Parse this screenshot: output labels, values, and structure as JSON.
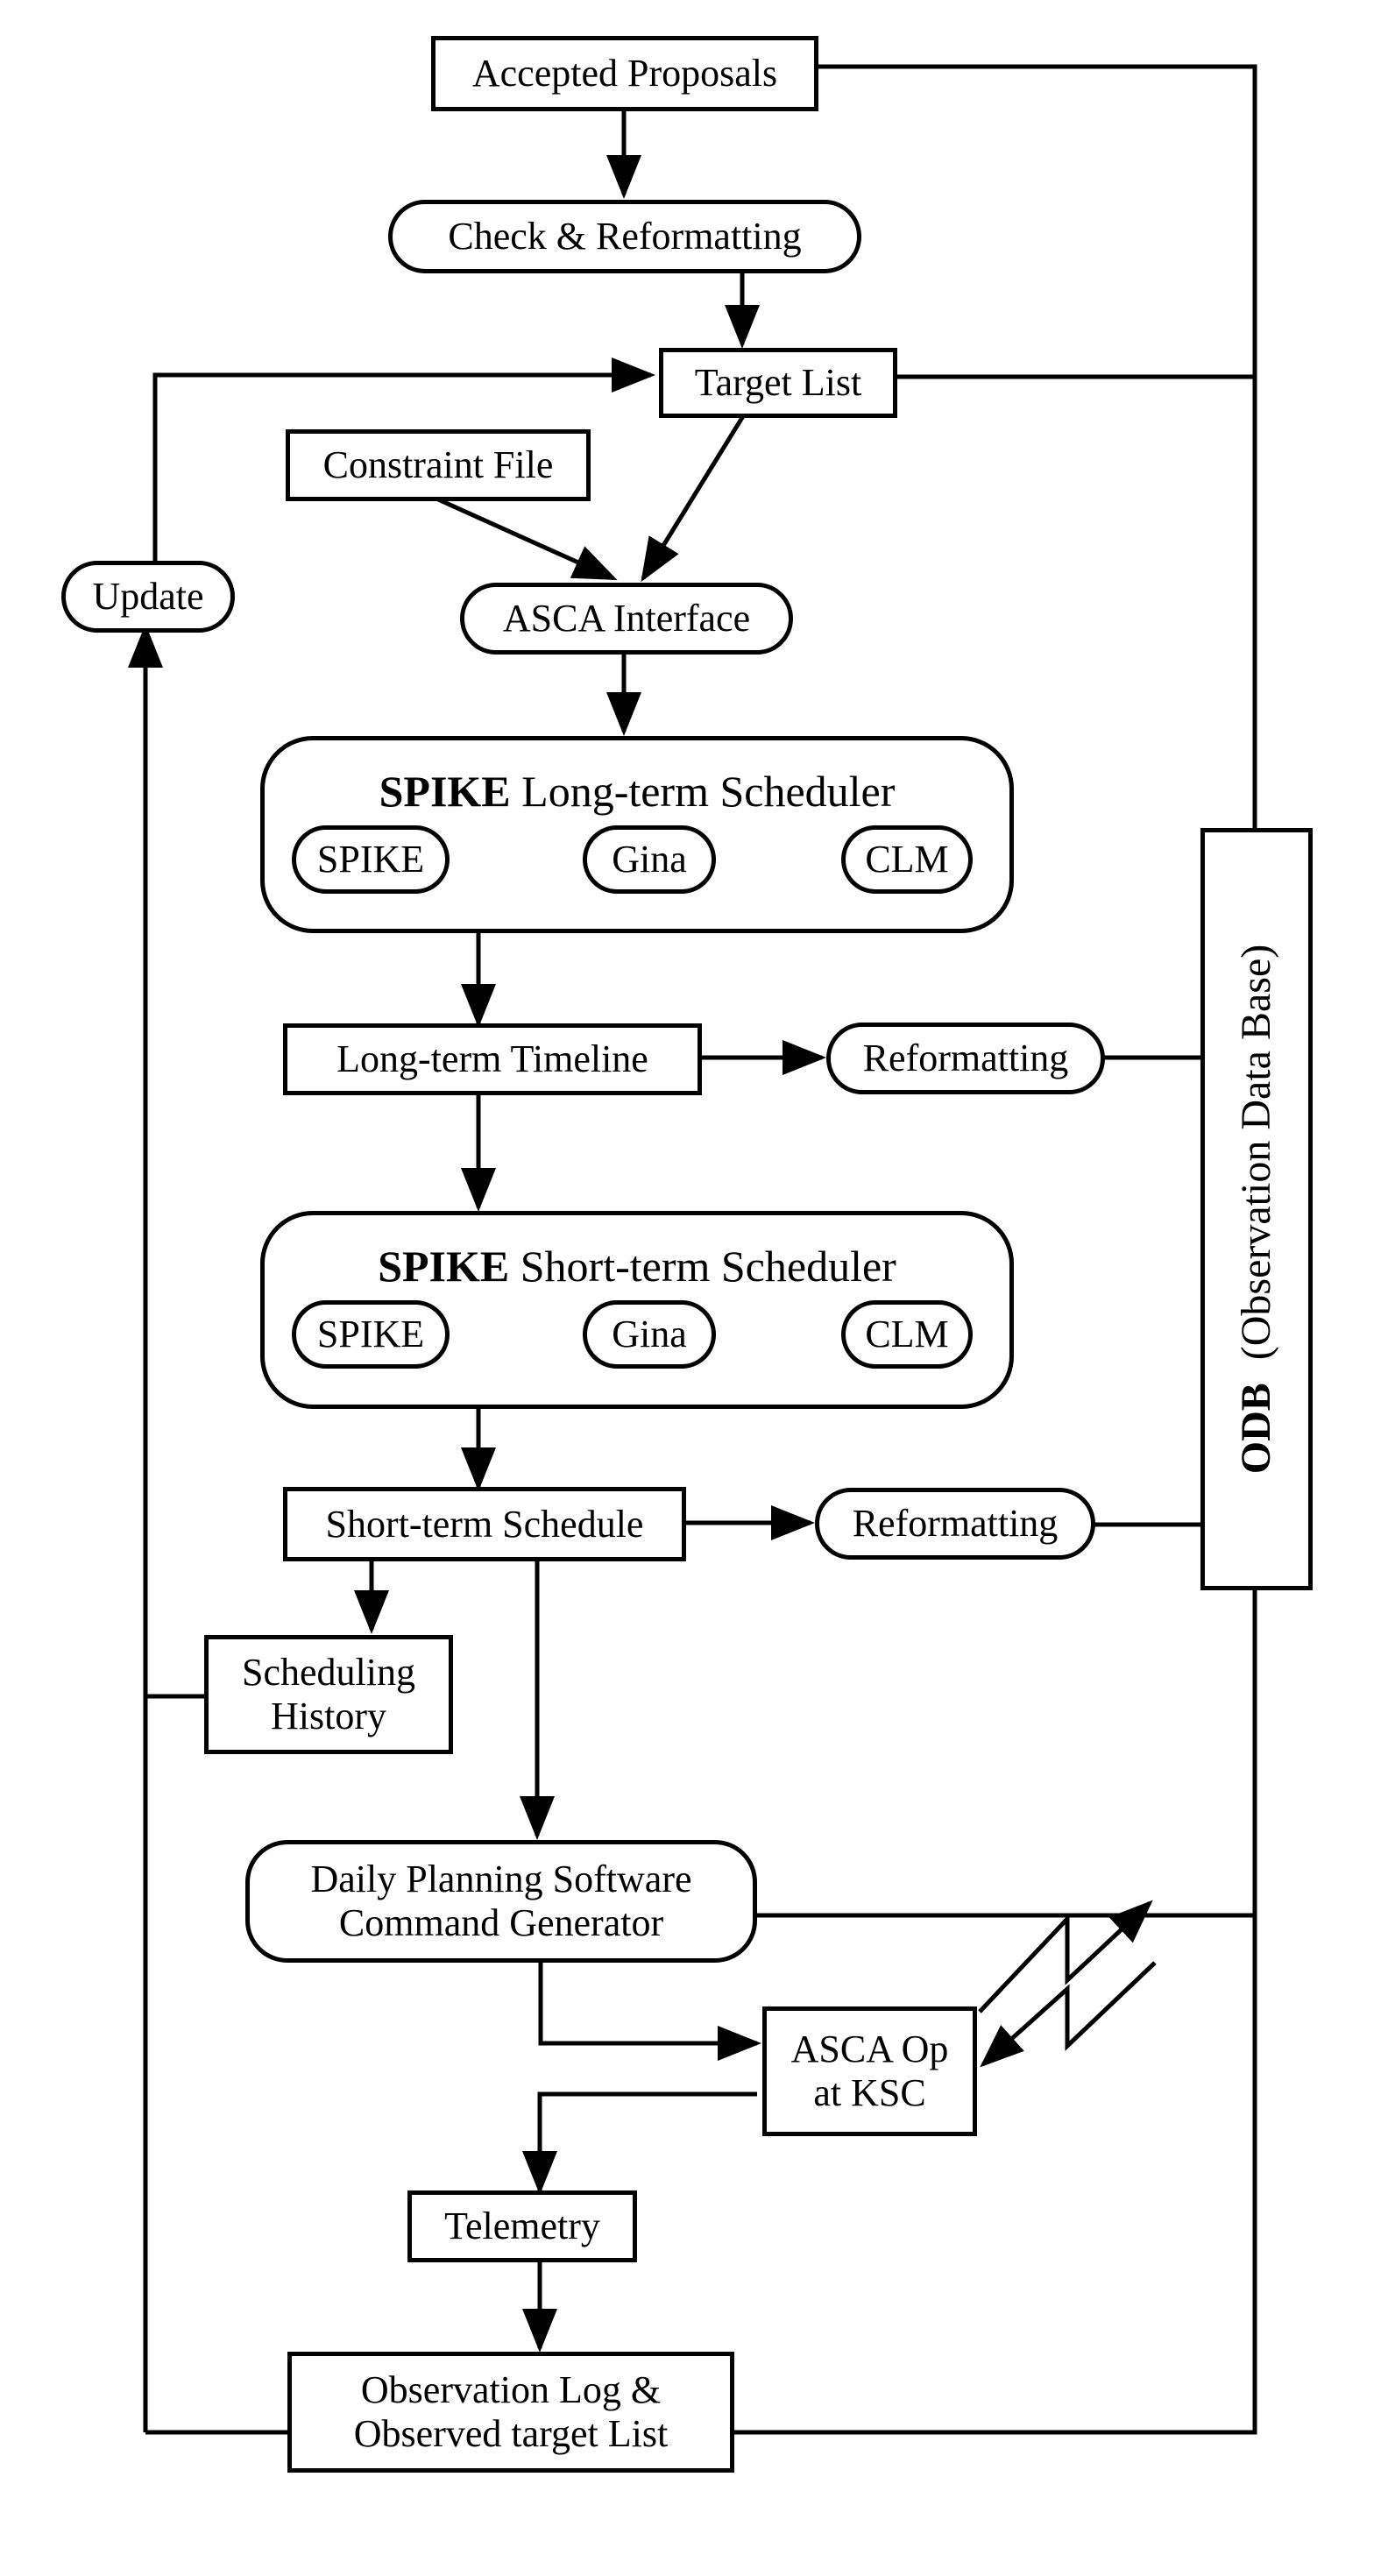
{
  "nodes": {
    "accepted_proposals": "Accepted Proposals",
    "check_reformatting": "Check & Reformatting",
    "target_list": "Target List",
    "constraint_file": "Constraint File",
    "update": "Update",
    "asca_interface": "ASCA Interface",
    "long_term_scheduler": {
      "bold": "SPIKE",
      "rest": " Long-term Scheduler",
      "spike": "SPIKE",
      "gina": "Gina",
      "clm": "CLM"
    },
    "long_term_timeline": "Long-term Timeline",
    "reformatting_1": "Reformatting",
    "short_term_scheduler": {
      "bold": "SPIKE",
      "rest": " Short-term Scheduler",
      "spike": "SPIKE",
      "gina": "Gina",
      "clm": "CLM"
    },
    "short_term_schedule": "Short-term Schedule",
    "reformatting_2": "Reformatting",
    "scheduling_history": [
      "Scheduling",
      "History"
    ],
    "daily_planning": [
      "Daily Planning Software",
      "Command Generator"
    ],
    "asca_op": [
      "ASCA Op",
      "at KSC"
    ],
    "telemetry": "Telemetry",
    "observation_log": [
      "Observation Log &",
      "Observed target List"
    ],
    "odb": {
      "bold": "ODB",
      "rest": "(Observation Data Base)"
    }
  }
}
